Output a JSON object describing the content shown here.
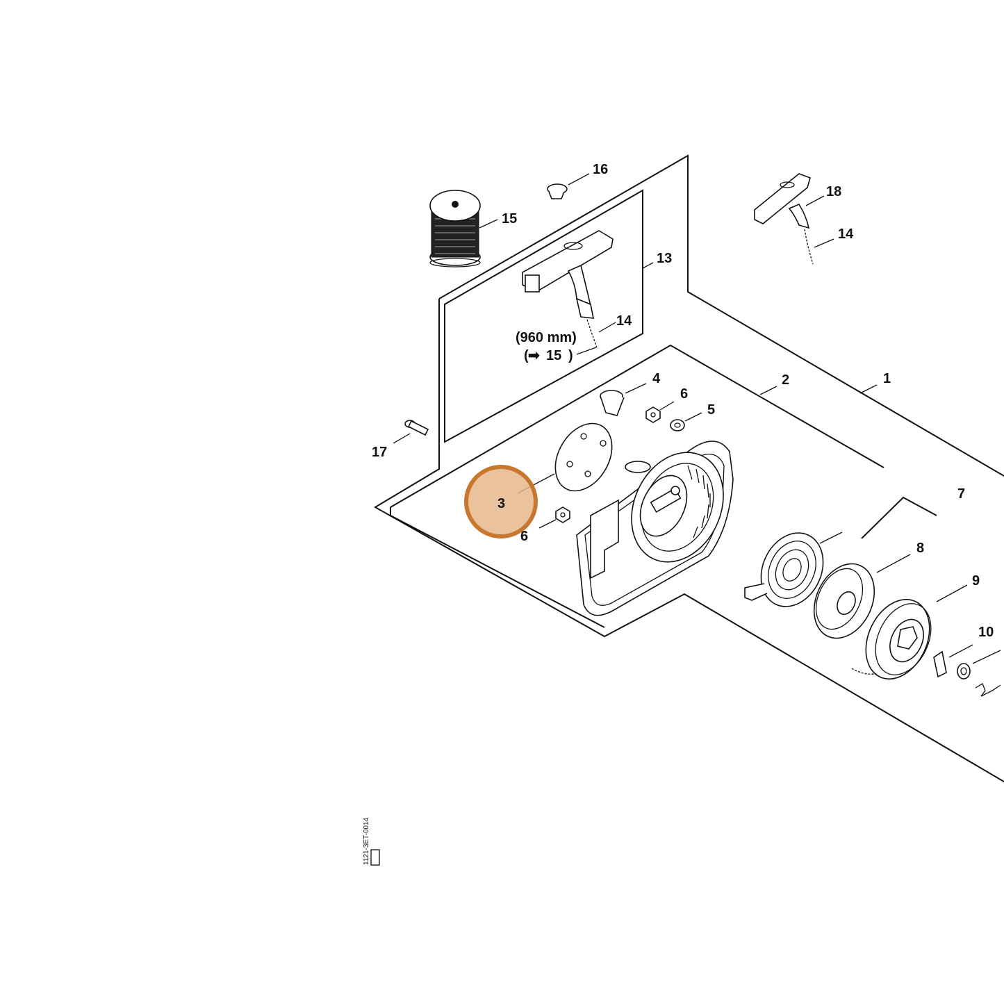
{
  "diagram": {
    "callouts": {
      "c1": "1",
      "c2": "2",
      "c3": "3",
      "c4": "4",
      "c5": "5",
      "c6a": "6",
      "c6b": "6",
      "c7": "7",
      "c8": "8",
      "c9": "9",
      "c10": "10",
      "c13": "13",
      "c14a": "14",
      "c14b": "14",
      "c15": "15",
      "c16": "16",
      "c17": "17",
      "c18": "18"
    },
    "note_length": "(960 mm)",
    "note_ref": "15",
    "note_ref_arrow": "➡",
    "note_ref_close": ")",
    "drawing_code": "1121-3ET-0014",
    "highlight_color": "#c8782e",
    "highlighted_part": "3"
  }
}
